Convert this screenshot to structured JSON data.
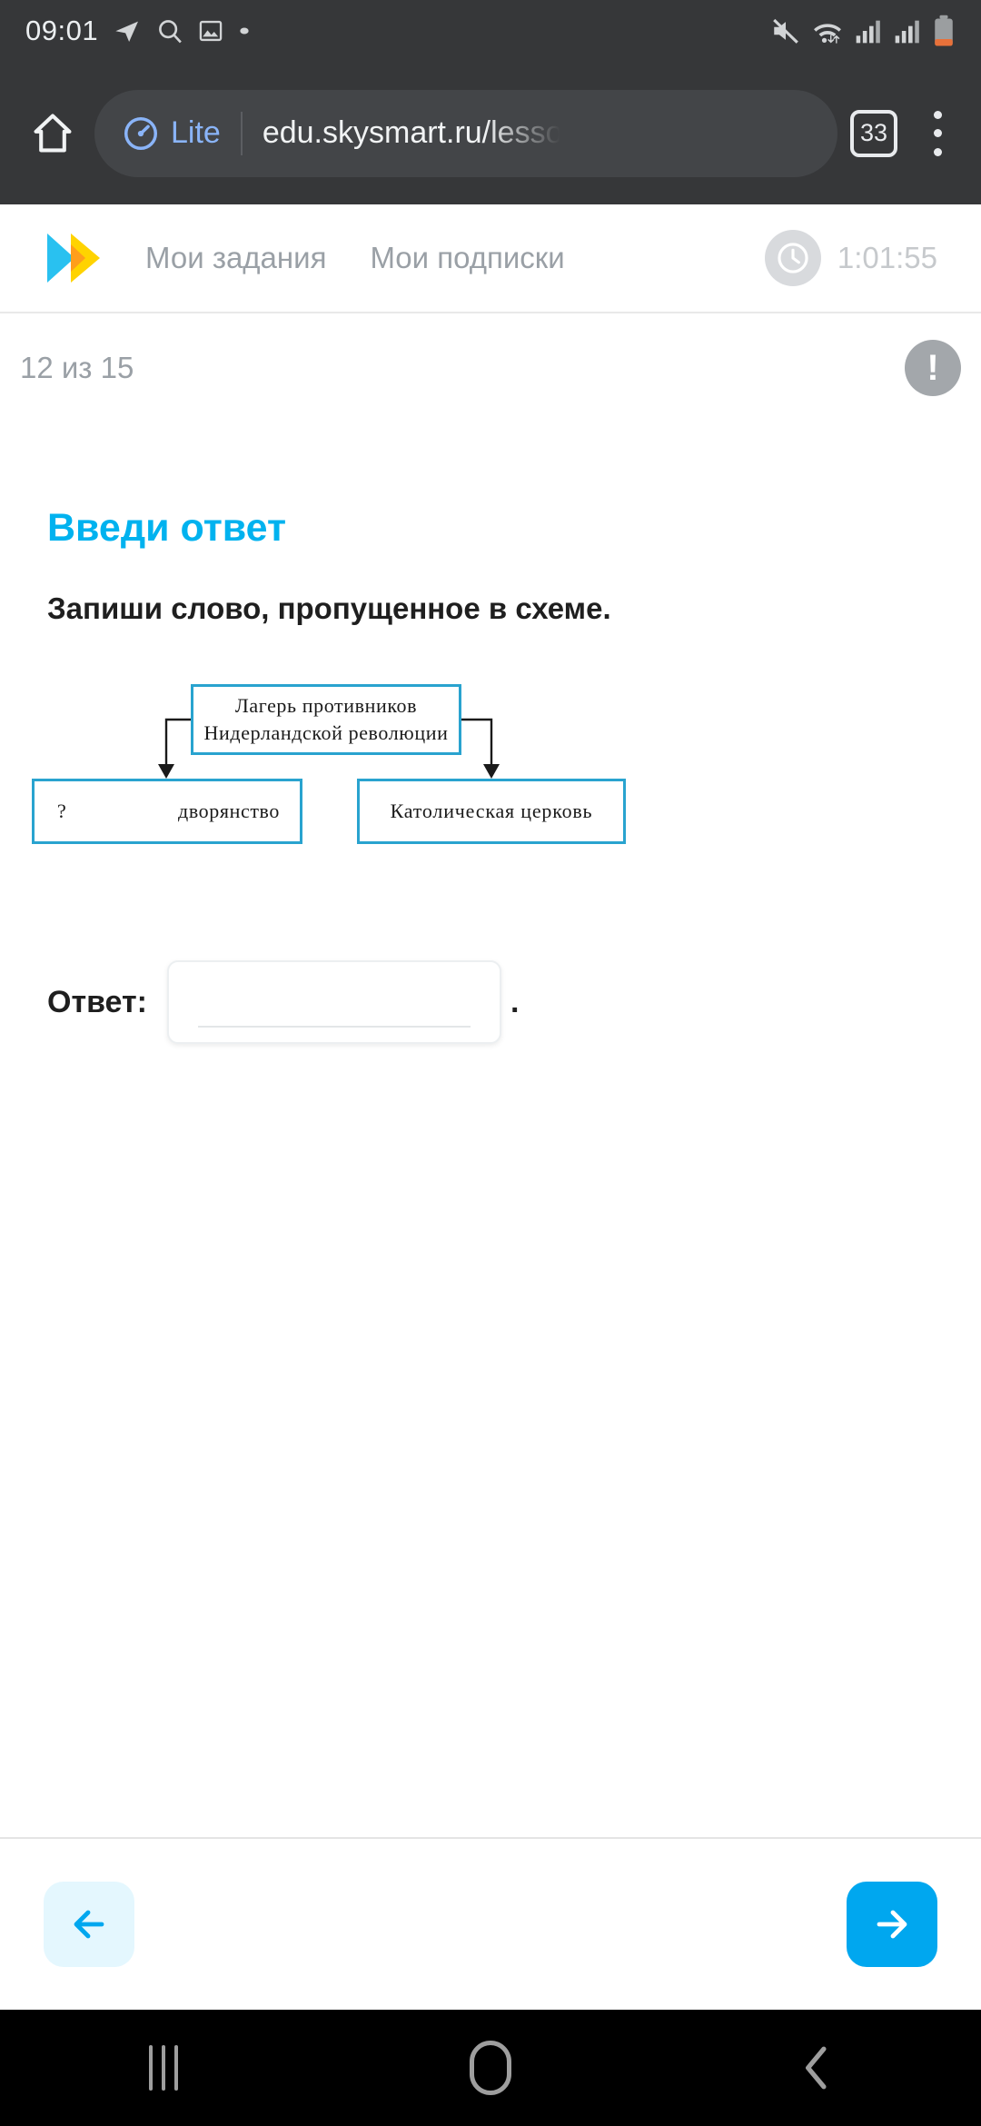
{
  "status_bar": {
    "time": "09:01",
    "left_icons": [
      "telegram-icon",
      "search-icon",
      "image-icon",
      "dot-icon"
    ],
    "right_icons": [
      "mute-icon",
      "wifi-icon",
      "signal-icon",
      "signal-icon",
      "battery-low-icon"
    ]
  },
  "browser": {
    "home_icon": "home-icon",
    "lite_label": "Lite",
    "url": "edu.skysmart.ru/lesso",
    "tab_count": "33",
    "menu_icon": "kebab-menu-icon"
  },
  "app_header": {
    "logo": "skysmart-logo",
    "nav": [
      {
        "label": "Мои задания"
      },
      {
        "label": "Мои подписки"
      }
    ],
    "timer_icon": "clock-icon",
    "timer": "1:01:55"
  },
  "progress": {
    "text": "12 из 15",
    "warning_icon": "!"
  },
  "task": {
    "title": "Введи ответ",
    "prompt": "Запиши слово, пропущенное в схеме."
  },
  "diagram": {
    "top_box": {
      "line1": "Лагерь  противников",
      "line2": "Нидерландской  революции"
    },
    "left_box": {
      "blank": "?",
      "label": "дворянство"
    },
    "right_box": {
      "label": "Католическая  церковь"
    }
  },
  "answer": {
    "label": "Ответ:",
    "value": "",
    "placeholder": "",
    "period": "."
  },
  "footer": {
    "prev_icon": "arrow-left-icon",
    "next_icon": "arrow-right-icon"
  },
  "android_nav": {
    "recents_icon": "recents-icon",
    "home_icon": "home-circle-icon",
    "back_icon": "back-chevron-icon"
  },
  "colors": {
    "accent": "#00b2ef",
    "next_button": "#00a7ef",
    "prev_button_bg": "#e4f7fe",
    "diagram_border": "#29a3cf",
    "chrome_bg": "#363739"
  }
}
